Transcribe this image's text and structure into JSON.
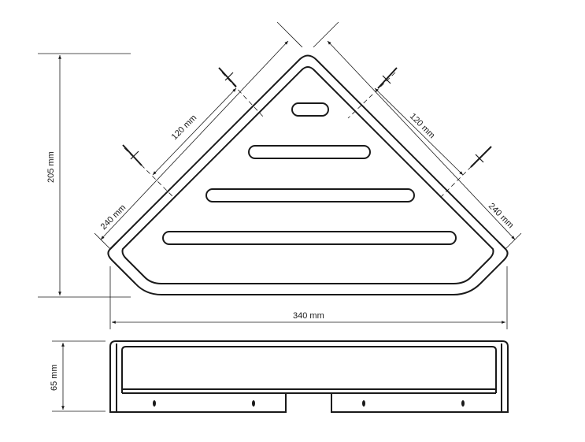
{
  "dimensions": {
    "height_total": "205 mm",
    "height_rail": "65 mm",
    "width_total": "340 mm",
    "side_left": "240 mm",
    "side_right": "240 mm",
    "screw_spacing_left": "120 mm",
    "screw_spacing_right": "120 mm"
  }
}
